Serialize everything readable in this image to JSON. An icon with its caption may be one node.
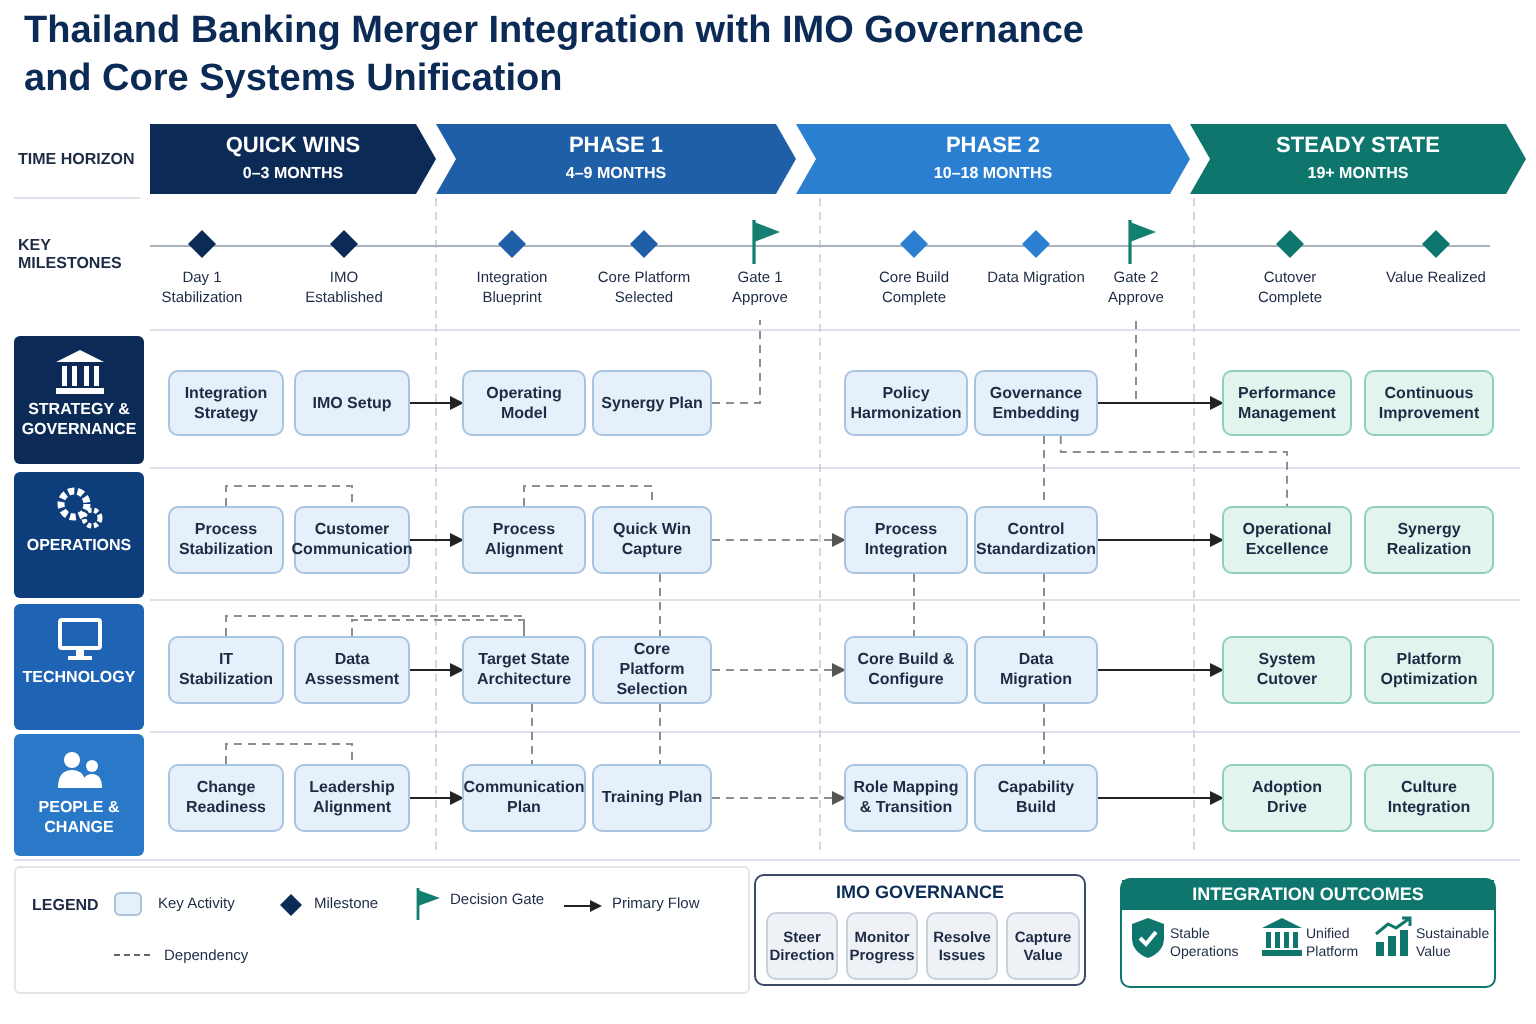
{
  "diagram": {
    "title": "Thailand Banking Merger Integration with IMO Governance and Core Systems Unification",
    "nodes": [
      {
        "text": [
          "QUICK WINS",
          "0–3 MONTHS"
        ]
      },
      {
        "text": [
          "PHASE 1",
          "4–9 MONTHS"
        ]
      },
      {
        "text": [
          "PHASE 2",
          "10–18 MONTHS"
        ]
      },
      {
        "text": [
          "STEADY STATE",
          "19+ MONTHS"
        ]
      },
      {
        "text": [
          "Day 1 Stabilization"
        ]
      },
      {
        "text": [
          "IMO Established"
        ]
      },
      {
        "text": [
          "Integration Blueprint"
        ]
      },
      {
        "text": [
          "Core Platform Selected"
        ]
      },
      {
        "text": [
          "Gate 1 Approve"
        ]
      },
      {
        "text": [
          "Core Build Complete"
        ]
      },
      {
        "text": [
          "Data Migration"
        ]
      },
      {
        "text": [
          "Gate 2 Approve"
        ]
      },
      {
        "text": [
          "Cutover Complete"
        ]
      },
      {
        "text": [
          "Value Realized"
        ]
      },
      {
        "text": [
          "STRATEGY & GOVERNANCE"
        ]
      },
      {
        "text": [
          "OPERATIONS"
        ]
      },
      {
        "text": [
          "TECHNOLOGY"
        ]
      },
      {
        "text": [
          "PEOPLE & CHANGE"
        ]
      },
      {
        "text": [
          "Integration Strategy"
        ]
      },
      {
        "text": [
          "IMO Setup"
        ]
      },
      {
        "text": [
          "Operating Model"
        ]
      },
      {
        "text": [
          "Synergy Plan"
        ]
      },
      {
        "text": [
          "Policy Harmonization"
        ]
      },
      {
        "text": [
          "Governance Embedding"
        ]
      },
      {
        "text": [
          "Performance Management"
        ]
      },
      {
        "text": [
          "Continuous Improvement"
        ]
      },
      {
        "text": [
          "Process Stabilization"
        ]
      },
      {
        "text": [
          "Customer Communication"
        ]
      },
      {
        "text": [
          "Process Alignment"
        ]
      },
      {
        "text": [
          "Quick Win Capture"
        ]
      },
      {
        "text": [
          "Process Integration"
        ]
      },
      {
        "text": [
          "Control Standardization"
        ]
      },
      {
        "text": [
          "Operational Excellence"
        ]
      },
      {
        "text": [
          "Synergy Realization"
        ]
      },
      {
        "text": [
          "IT Stabilization"
        ]
      },
      {
        "text": [
          "Data Assessment"
        ]
      },
      {
        "text": [
          "Target State Architecture"
        ]
      },
      {
        "text": [
          "Core Platform Selection"
        ]
      },
      {
        "text": [
          "Core Build & Configure"
        ]
      },
      {
        "text": [
          "Data Migration"
        ]
      },
      {
        "text": [
          "System Cutover"
        ]
      },
      {
        "text": [
          "Platform Optimization"
        ]
      },
      {
        "text": [
          "Change Readiness"
        ]
      },
      {
        "text": [
          "Leadership Alignment"
        ]
      },
      {
        "text": [
          "Communication Plan"
        ]
      },
      {
        "text": [
          "Training Plan"
        ]
      },
      {
        "text": [
          "Role Mapping & Transition"
        ]
      },
      {
        "text": [
          "Capability Build"
        ]
      },
      {
        "text": [
          "Adoption Drive"
        ]
      },
      {
        "text": [
          "Culture Integration"
        ]
      },
      {
        "text": [
          "IMO GOVERNANCE"
        ]
      },
      {
        "text": [
          "Steer Direction"
        ],
        "in": 50
      },
      {
        "text": [
          "Monitor Progress"
        ],
        "in": 50
      },
      {
        "text": [
          "Resolve Issues"
        ],
        "in": 50
      },
      {
        "text": [
          "Capture Value"
        ],
        "in": 50
      },
      {
        "text": [
          "INTEGRATION OUTCOMES"
        ]
      }
    ],
    "edges": [
      {
        "from": 19,
        "to": 20,
        "arrow": "to",
        "color": "#222222"
      },
      {
        "from": 27,
        "to": 28,
        "arrow": "to",
        "color": "#222222"
      },
      {
        "from": 35,
        "to": 36,
        "arrow": "to",
        "color": "#222222"
      },
      {
        "from": 43,
        "to": 44,
        "arrow": "to",
        "color": "#222222"
      },
      {
        "from": 29,
        "to": 30,
        "arrow": "to",
        "style": "dashed"
      },
      {
        "from": 37,
        "to": 38,
        "arrow": "to",
        "style": "dashed"
      },
      {
        "from": 45,
        "to": 46,
        "arrow": "to",
        "style": "dashed"
      },
      {
        "from": 21,
        "to": 8,
        "arrow": "none",
        "style": "dashed"
      },
      {
        "from": 23,
        "to": 11,
        "arrow": "none",
        "style": "dashed"
      },
      {
        "from": 23,
        "to": 24,
        "arrow": "to",
        "color": "#222222"
      },
      {
        "from": 31,
        "to": 32,
        "arrow": "to",
        "color": "#222222"
      },
      {
        "from": 39,
        "to": 40,
        "arrow": "to",
        "color": "#222222"
      },
      {
        "from": 47,
        "to": 48,
        "arrow": "to",
        "color": "#222222"
      },
      {
        "from": 26,
        "to": 27,
        "arrow": "none",
        "style": "dashed"
      },
      {
        "from": 28,
        "to": 29,
        "arrow": "none",
        "style": "dashed"
      },
      {
        "from": 34,
        "to": 36,
        "arrow": "none",
        "style": "dashed"
      },
      {
        "from": 35,
        "to": 36,
        "arrow": "none",
        "style": "dashed"
      },
      {
        "from": 42,
        "to": 43,
        "arrow": "none",
        "style": "dashed"
      },
      {
        "from": 29,
        "to": 37,
        "arrow": "none",
        "style": "dashed"
      },
      {
        "from": 36,
        "to": 44,
        "arrow": "none",
        "style": "dashed"
      },
      {
        "from": 37,
        "to": 45,
        "arrow": "none",
        "style": "dashed"
      },
      {
        "from": 30,
        "to": 38,
        "arrow": "none",
        "style": "dashed"
      },
      {
        "from": 23,
        "to": 31,
        "arrow": "none",
        "style": "dashed"
      },
      {
        "from": 31,
        "to": 39,
        "arrow": "none",
        "style": "dashed"
      },
      {
        "from": 39,
        "to": 47,
        "arrow": "none",
        "style": "dashed"
      },
      {
        "from": 23,
        "to": 32,
        "arrow": "none",
        "style": "dashed"
      }
    ],
    "labels": [
      "TIME HORIZON",
      "KEY MILESTONES",
      "LEGEND",
      "Stable Operations",
      "Unified Platform",
      "Sustainable Value"
    ],
    "legend": [
      {
        "text": "Key Activity",
        "color": "#e6f0fa"
      },
      {
        "text": "Milestone"
      },
      {
        "text": "Decision Gate"
      },
      {
        "text": "Primary Flow"
      },
      {
        "text": "Dependency"
      }
    ]
  }
}
